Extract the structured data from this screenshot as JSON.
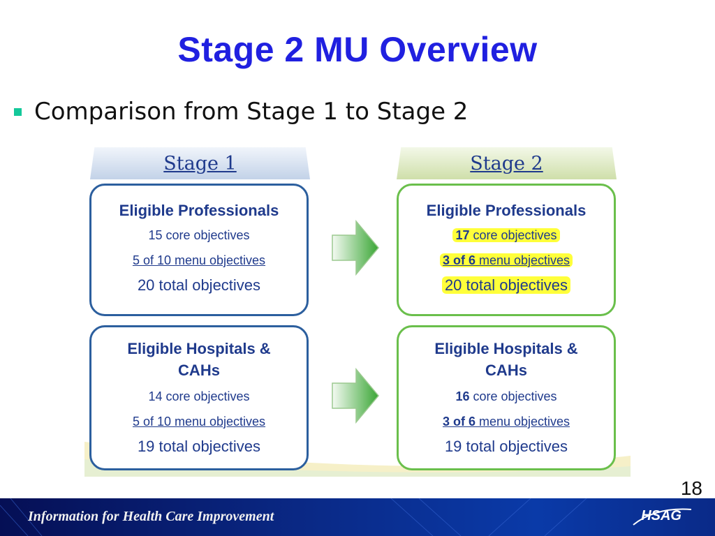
{
  "title": "Stage 2 MU Overview",
  "bullet": "Comparison from Stage 1 to Stage 2",
  "stage1": {
    "header": "Stage 1",
    "ep": {
      "heading": "Eligible Professionals",
      "core": "15 core objectives",
      "menu": "5 of 10 menu objectives",
      "total": "20 total objectives"
    },
    "eh": {
      "heading_line1": "Eligible Hospitals &",
      "heading_line2": "CAHs",
      "core": "14 core objectives",
      "menu": "5 of 10 menu objectives",
      "total": "19 total objectives"
    }
  },
  "stage2": {
    "header": "Stage 2",
    "ep": {
      "heading": "Eligible Professionals",
      "core_num": "17",
      "core_rest": " core objectives",
      "menu_num": "3 of 6",
      "menu_rest": " menu objectives",
      "total": "20 total objectives"
    },
    "eh": {
      "heading_line1": "Eligible Hospitals &",
      "heading_line2": "CAHs",
      "core_num": "16",
      "core_rest": " core objectives",
      "menu_num": "3 of 6",
      "menu_rest": " menu objectives",
      "total": "19 total objectives"
    }
  },
  "footer": {
    "tagline": "Information for Health Care Improvement",
    "logo": "HSAG"
  },
  "page_number": "18",
  "colors": {
    "title": "#2020e0",
    "panel_text": "#1f3a8c",
    "stage1_border": "#2c5f9e",
    "stage2_border": "#6abf4b",
    "highlight": "#ffff3a",
    "arrow_green": "#3aa635",
    "footer": "#0a2a88",
    "bullet": "#14c89a"
  }
}
